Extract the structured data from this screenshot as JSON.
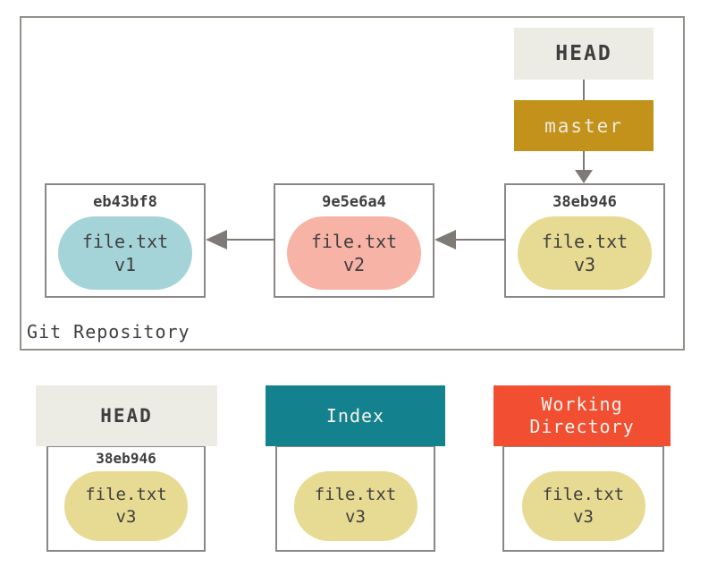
{
  "repository": {
    "label": "Git Repository",
    "head": {
      "label": "HEAD",
      "bg": "#ECEBE4",
      "fg": "#3E3E3E"
    },
    "branch": {
      "label": "master",
      "bg": "#C2921B",
      "fg": "#EFEBDE"
    },
    "commits": [
      {
        "hash": "eb43bf8",
        "file": "file.txt",
        "version": "v1",
        "pill_bg": "#A5D4D8"
      },
      {
        "hash": "9e5e6a4",
        "file": "file.txt",
        "version": "v2",
        "pill_bg": "#F7B3A6"
      },
      {
        "hash": "38eb946",
        "file": "file.txt",
        "version": "v3",
        "pill_bg": "#E7DA92"
      }
    ]
  },
  "trees": [
    {
      "title": "HEAD",
      "hash": "38eb946",
      "file": "file.txt",
      "version": "v3",
      "header_bg": "#ECEBE4",
      "header_fg": "#3E3E3E",
      "pill_bg": "#E7DA92"
    },
    {
      "title": "Index",
      "file": "file.txt",
      "version": "v3",
      "header_bg": "#13828E",
      "header_fg": "#F4F2EA",
      "pill_bg": "#E7DA92"
    },
    {
      "title": "Working Directory",
      "file": "file.txt",
      "version": "v3",
      "header_bg": "#F14E32",
      "header_fg": "#F7F3EC",
      "pill_bg": "#E7DA92"
    }
  ],
  "colors": {
    "border": "#8A8784",
    "arrow": "#7E7B76",
    "text": "#3E3E3E"
  }
}
